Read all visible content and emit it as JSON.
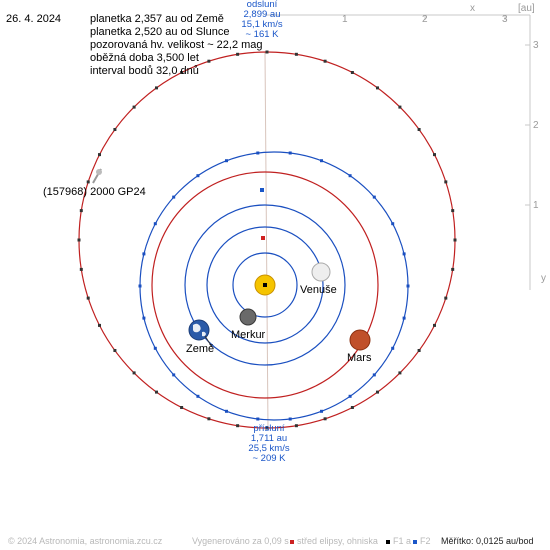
{
  "date": "26. 4. 2024",
  "info": {
    "line1": "planetka 2,357 au od Země",
    "line2": "planetka 2,520 au od Slunce",
    "line3": "pozorovaná hv. velikost ~ 22,2 mag",
    "line4": "oběžná doba 3,500 let",
    "line5": "interval bodů 32,0 dnů"
  },
  "asteroid_label": "(157968) 2000 GP24",
  "aphelion": {
    "title": "odsluní",
    "dist": "2,899 au",
    "speed": "15,1 km/s",
    "temp": "~ 161 K"
  },
  "perihelion": {
    "title": "přísluní",
    "dist": "1,711 au",
    "speed": "25,5 km/s",
    "temp": "~ 209 K"
  },
  "planets": {
    "venus": "Venuše",
    "mercury": "Merkur",
    "earth": "Země",
    "mars": "Mars"
  },
  "axes": {
    "top_ticks": [
      "1",
      "2",
      "3"
    ],
    "top_x": "x",
    "top_unit": "[au]",
    "right_ticks": [
      "3",
      "2",
      "1"
    ],
    "right_y": "y"
  },
  "footer": {
    "copyright": "© 2024 Astronomia, astronomia.zcu.cz",
    "generated": "Vygenerováno za 0,09 s",
    "legend_center": "střed elipsy, ohniska",
    "legend_f1": "F1 a",
    "legend_f2": "F2",
    "scale": "Měřítko: 0,0125 au/bod"
  },
  "colors": {
    "asteroid_orbit": "#cc2222",
    "planet_orbit": "#1a4fc0",
    "sun": "#f5c400",
    "mars": "#c0502a"
  }
}
